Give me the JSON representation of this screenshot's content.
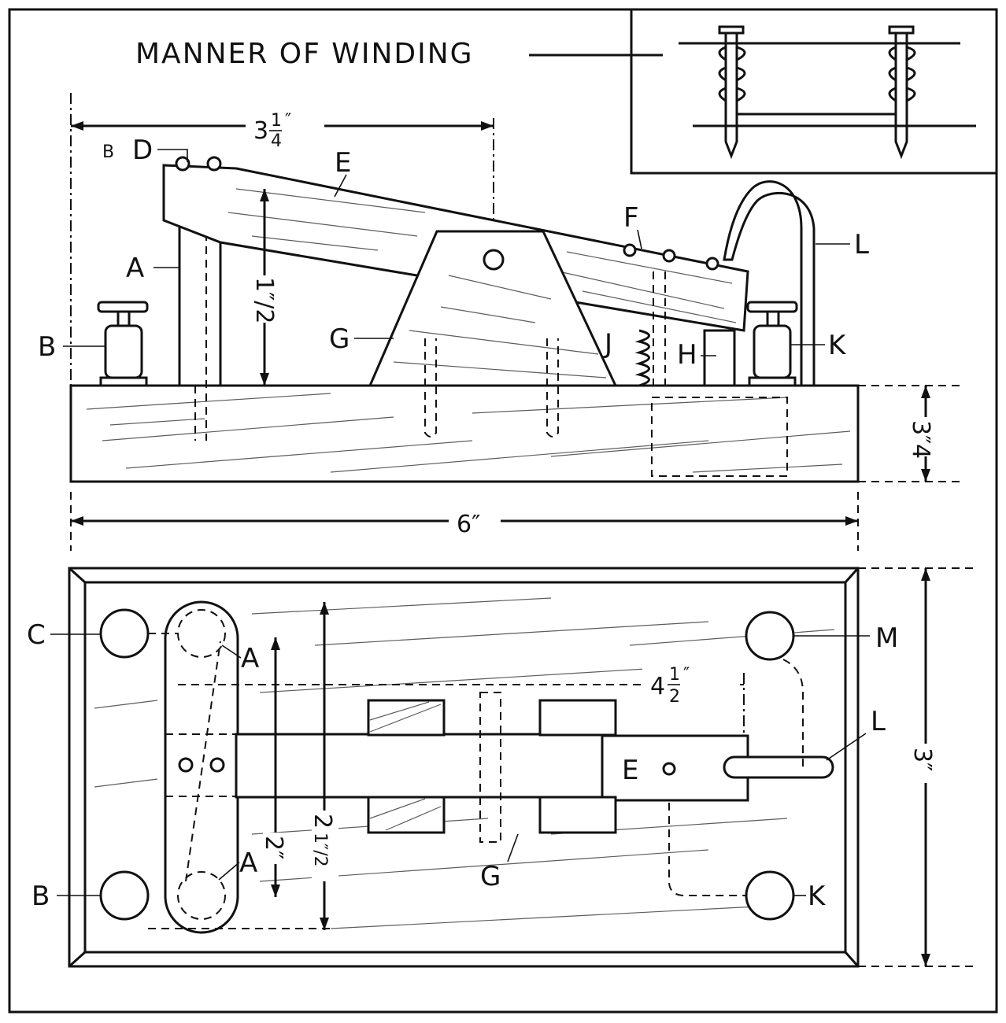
{
  "inset": {
    "title": "MANNER OF WINDING"
  },
  "side_view": {
    "labels": {
      "A": "A",
      "B": "B",
      "B_small": "B",
      "D": "D",
      "E": "E",
      "F": "F",
      "G": "G",
      "H": "H",
      "J": "J",
      "K": "K",
      "L": "L"
    },
    "dimensions": {
      "lever_span_whole": "3",
      "lever_span_num": "1",
      "lever_span_den": "4",
      "lever_span_prime": "″",
      "post_height": "1″/2",
      "base_thickness_num": "3″",
      "base_thickness_den": "4",
      "base_length": "6″"
    }
  },
  "top_view": {
    "labels": {
      "C": "C",
      "A_upper": "A",
      "A_lower": "A",
      "B": "B",
      "M": "M",
      "L": "L",
      "K": "K",
      "E": "E",
      "G": "G"
    },
    "dimensions": {
      "inner_whole": "4",
      "inner_num": "1",
      "inner_den": "2",
      "inner_prime": "″",
      "post_spacing": "2″",
      "post_spacing_outer_whole": "2",
      "post_spacing_outer_frac": "1″/2",
      "width": "3″"
    }
  }
}
